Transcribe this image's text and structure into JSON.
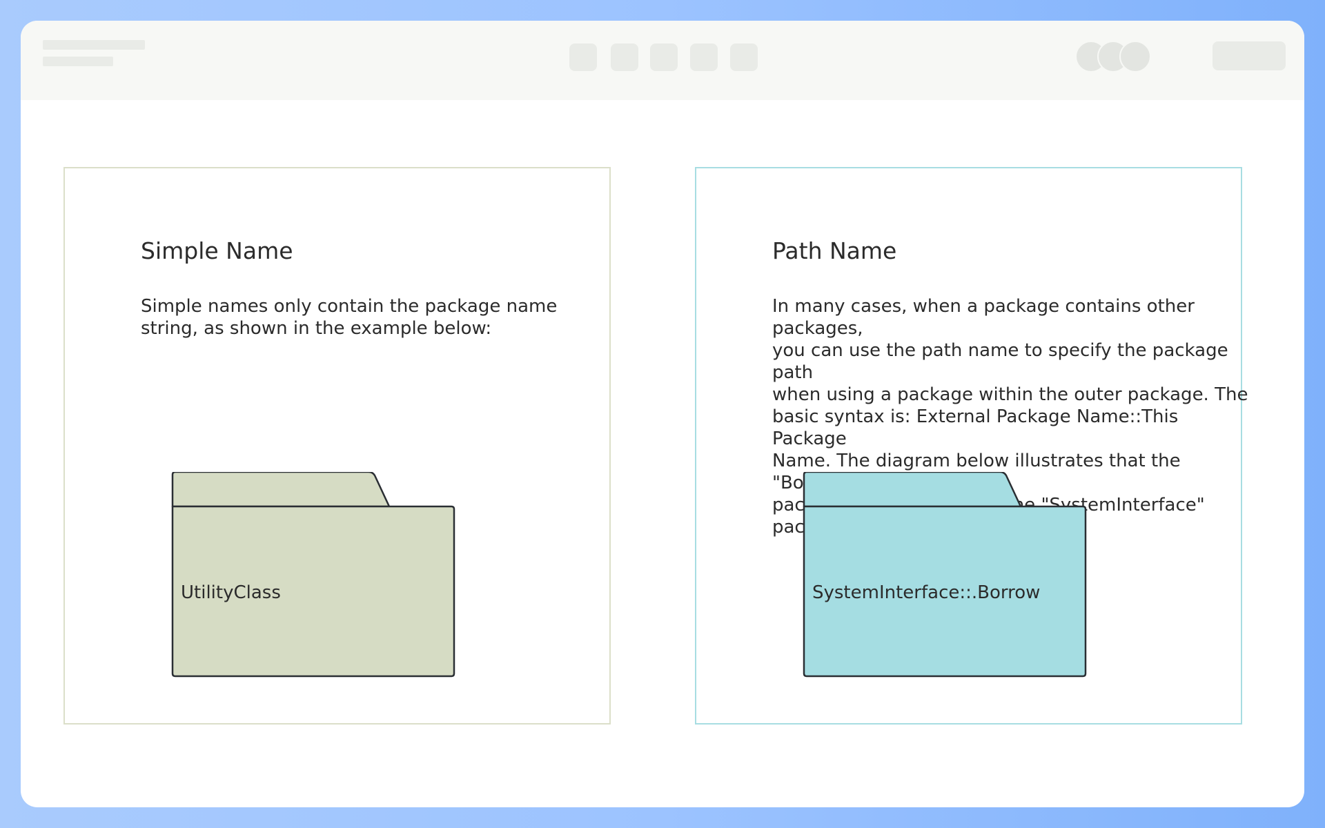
{
  "panels": [
    {
      "title": "Simple Name",
      "body": "Simple names only contain the package name\nstring, as shown in the example below:",
      "package_label": "UtilityClass",
      "fill_color": "#d6dcc4",
      "border_color": "#dbdfc9"
    },
    {
      "title": "Path Name",
      "body": "In many cases, when a package contains other packages,\nyou can use the path name to specify the package path\nwhen using a package within the outer package. The\nbasic syntax is: External Package Name::This Package\nName. The diagram below illustrates that the \"Borrow\"\npackage is located within the \"SystemInterface\" package:",
      "package_label": "SystemInterface::.Borrow",
      "fill_color": "#a5dde2",
      "border_color": "#a7dde2"
    }
  ]
}
